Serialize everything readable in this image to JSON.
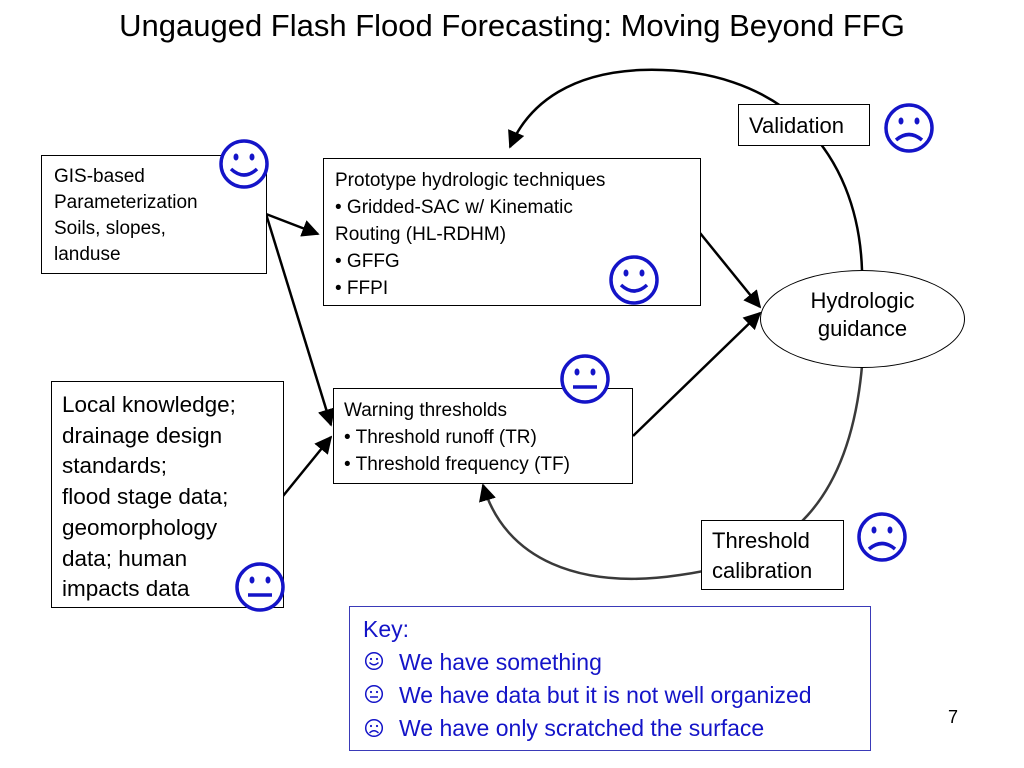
{
  "title": "Ungauged Flash Flood Forecasting:  Moving Beyond FFG",
  "gis_box": {
    "lines": [
      "GIS-based",
      "Parameterization",
      "Soils, slopes,",
      "landuse"
    ]
  },
  "local_box": {
    "lines": [
      "Local knowledge;",
      "drainage design",
      "standards;",
      "flood stage data;",
      "geomorphology",
      "data; human",
      "impacts data"
    ]
  },
  "proto_box": {
    "lines": [
      "Prototype hydrologic techniques",
      "•  Gridded-SAC w/ Kinematic",
      "Routing (HL-RDHM)",
      "•  GFFG",
      "•  FFPI"
    ]
  },
  "warn_box": {
    "lines": [
      "Warning thresholds",
      "•  Threshold runoff (TR)",
      "•  Threshold frequency (TF)"
    ]
  },
  "hydro_ellipse": {
    "lines": [
      "Hydrologic",
      "guidance"
    ]
  },
  "validation_box": {
    "label": "Validation"
  },
  "calibration_box": {
    "lines": [
      "Threshold",
      "calibration"
    ]
  },
  "key": {
    "heading": "Key:",
    "items": [
      {
        "icon": "smiley-icon",
        "glyph": "☺",
        "text": "We have something"
      },
      {
        "icon": "neutral-face-icon",
        "glyph": "😐",
        "text": "We have data but it is not well organized"
      },
      {
        "icon": "frowny-icon",
        "glyph": "☹",
        "text": "We have only scratched the surface"
      }
    ]
  },
  "page_number": "7",
  "colors": {
    "face": "#1414c8",
    "line": "#000000",
    "curve_gray": "#3a3a3a"
  }
}
